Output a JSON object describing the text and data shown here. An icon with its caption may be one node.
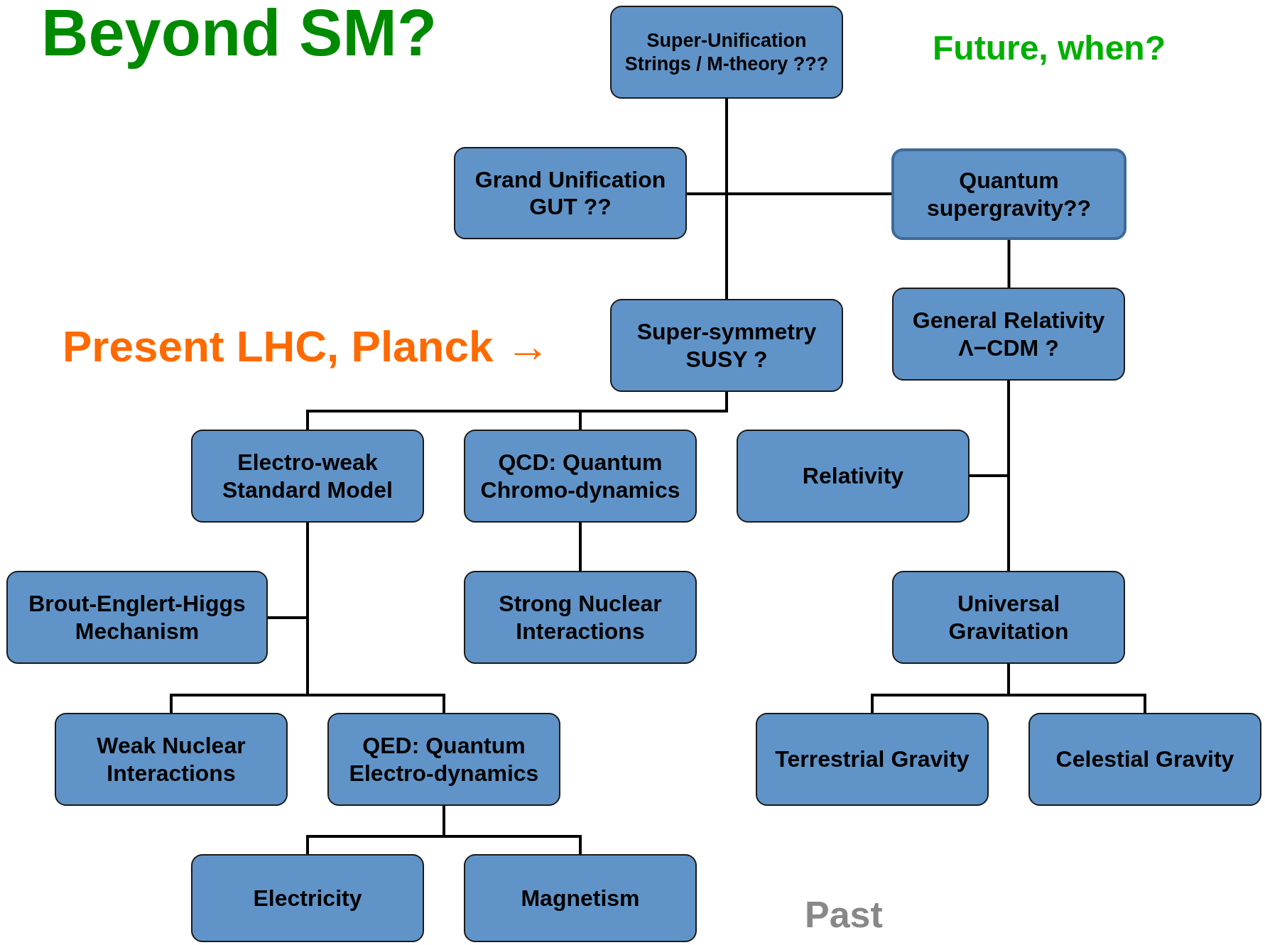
{
  "diagram": {
    "title": "Beyond SM?",
    "nodes": [
      {
        "text": [
          "Super-Unification Strings / M-theory ???"
        ]
      },
      {
        "text": [
          "Grand Unification GUT ??"
        ]
      },
      {
        "text": [
          "Quantum supergravity??"
        ]
      },
      {
        "text": [
          "Super-symmetry SUSY ?"
        ]
      },
      {
        "text": [
          "General Relativity Λ−CDM ?"
        ]
      },
      {
        "text": [
          "Electro-weak Standard Model"
        ]
      },
      {
        "text": [
          "QCD: Quantum Chromo-dynamics"
        ]
      },
      {
        "text": [
          "Relativity"
        ]
      },
      {
        "text": [
          "Brout-Englert-Higgs Mechanism"
        ]
      },
      {
        "text": [
          "Strong Nuclear Interactions"
        ]
      },
      {
        "text": [
          "Universal Gravitation"
        ]
      },
      {
        "text": [
          "Weak Nuclear Interactions"
        ]
      },
      {
        "text": [
          "QED: Quantum Electro-dynamics"
        ]
      },
      {
        "text": [
          "Terrestrial Gravity"
        ]
      },
      {
        "text": [
          "Celestial Gravity"
        ]
      },
      {
        "text": [
          "Electricity"
        ]
      },
      {
        "text": [
          "Magnetism"
        ]
      }
    ],
    "edges": [
      {
        "from": 0,
        "to": 1,
        "arrow": "none"
      },
      {
        "from": 0,
        "to": 2,
        "arrow": "none"
      },
      {
        "from": 0,
        "to": 3,
        "arrow": "none"
      },
      {
        "from": 2,
        "to": 4,
        "arrow": "none"
      },
      {
        "from": 3,
        "to": 5,
        "arrow": "none"
      },
      {
        "from": 3,
        "to": 6,
        "arrow": "none"
      },
      {
        "from": 4,
        "to": 7,
        "arrow": "none"
      },
      {
        "from": 4,
        "to": 10,
        "arrow": "none"
      },
      {
        "from": 5,
        "to": 8,
        "arrow": "none"
      },
      {
        "from": 5,
        "to": 11,
        "arrow": "none"
      },
      {
        "from": 5,
        "to": 12,
        "arrow": "none"
      },
      {
        "from": 6,
        "to": 9,
        "arrow": "none"
      },
      {
        "from": 10,
        "to": 13,
        "arrow": "none"
      },
      {
        "from": 10,
        "to": 14,
        "arrow": "none"
      },
      {
        "from": 12,
        "to": 15,
        "arrow": "none"
      },
      {
        "from": 12,
        "to": 16,
        "arrow": "none"
      }
    ],
    "labels": [
      "Future, when?",
      "Present LHC, Planck →",
      "Past"
    ]
  }
}
